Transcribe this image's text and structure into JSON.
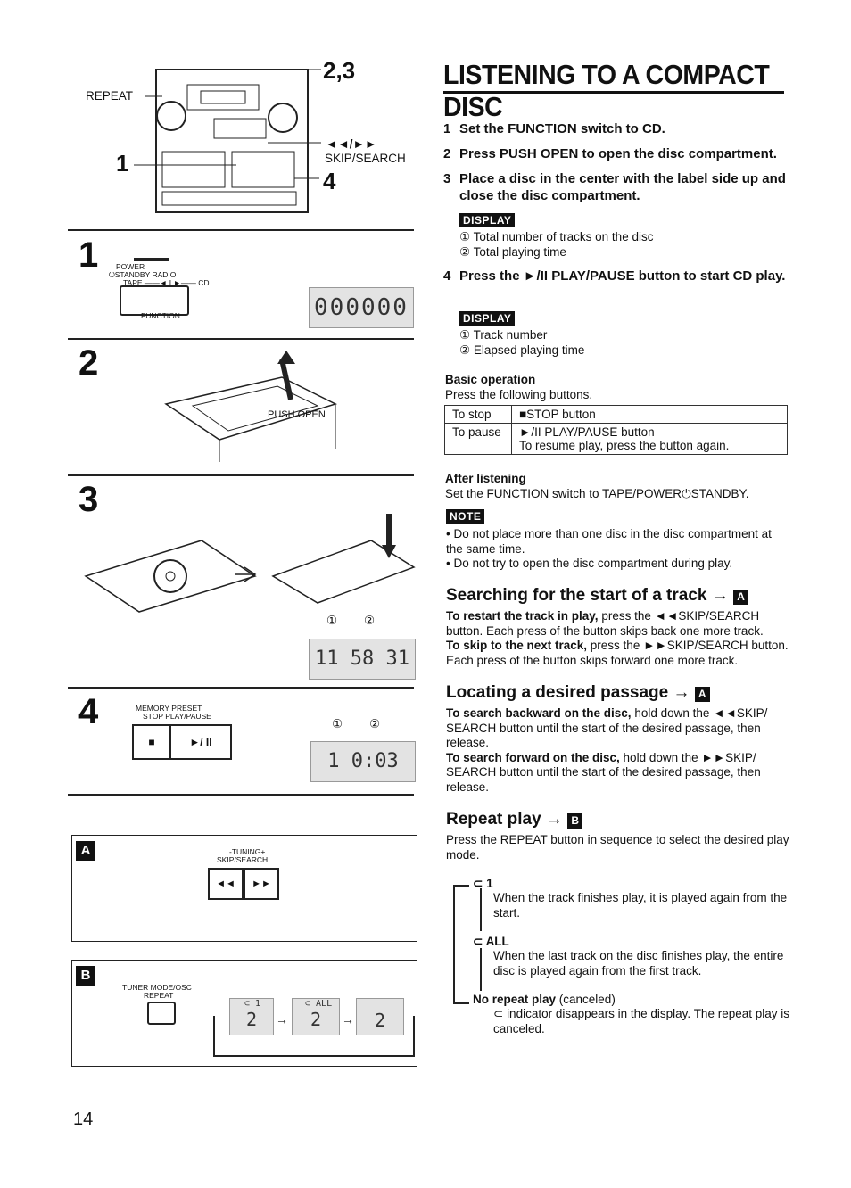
{
  "title": "LISTENING TO A COMPACT DISC",
  "steps": [
    {
      "num": "1",
      "text": "Set the FUNCTION switch to CD."
    },
    {
      "num": "2",
      "text": "Press PUSH OPEN to open the disc compartment."
    },
    {
      "num": "3",
      "text": "Place a disc in the center with the label side up and close the disc compartment."
    },
    {
      "num": "4",
      "text": "Press the ►/II PLAY/PAUSE button to start CD play."
    }
  ],
  "display_badge": "DISPLAY",
  "display1": [
    "① Total number of tracks on the disc",
    "② Total playing time"
  ],
  "display2": [
    "① Track number",
    "② Elapsed playing time"
  ],
  "basic_op": {
    "heading": "Basic operation",
    "intro": "Press the following buttons.",
    "rows": [
      {
        "action": "To stop",
        "button": "■STOP button",
        "note": ""
      },
      {
        "action": "To pause",
        "button": "►/II PLAY/PAUSE button",
        "note": "To resume play, press the button again."
      }
    ]
  },
  "after": {
    "heading": "After listening",
    "text": "Set the FUNCTION switch to TAPE/POWER⏻STANDBY."
  },
  "note_badge": "NOTE",
  "notes": [
    "• Do not place more than one disc in the disc compartment at the same time.",
    "• Do not try to open the disc compartment during play."
  ],
  "search": {
    "heading": "Searching for the start of a track →",
    "box": "A",
    "b1": "To restart the track in play,",
    "t1": " press the ◄◄SKIP/SEARCH button. Each press of the button skips back one more track.",
    "b2": "To skip to the next track,",
    "t2": " press the ►►SKIP/SEARCH button. Each press of the button skips forward one more track."
  },
  "locate": {
    "heading": "Locating a desired passage →",
    "box": "A",
    "b1": "To search backward on the disc,",
    "t1": " hold down the ◄◄SKIP/ SEARCH button until the start of the desired passage, then release.",
    "b2": "To search forward on the disc,",
    "t2": " hold down the ►►SKIP/ SEARCH button until the start of the desired passage, then release."
  },
  "repeat": {
    "heading": "Repeat play →",
    "box": "B",
    "intro": "Press the REPEAT button in sequence to select the desired play mode.",
    "m1": "1",
    "d1": "When the track finishes play, it is played again from the start.",
    "m2": "ALL",
    "d2": "When the last track on the disc finishes play, the entire disc is played again from the first track.",
    "m3b": "No repeat play",
    "m3": " (canceled)",
    "d3": "indicator disappears in the display. The repeat play is canceled."
  },
  "figs": {
    "top": {
      "repeat": "REPEAT",
      "n23": "2,3",
      "n1": "1",
      "n4": "4",
      "skip": "◄◄/►►",
      "skip2": "SKIP/SEARCH"
    },
    "s1": {
      "num": "1",
      "power": "POWER",
      "standby": "⏻STANDBY  RADIO",
      "tape": "TAPE ——◄ I ►—— CD",
      "function": "FUNCTION",
      "lcd": "000000"
    },
    "s2": {
      "num": "2",
      "push": "PUSH OPEN"
    },
    "s3": {
      "num": "3",
      "c1": "①",
      "c2": "②",
      "lcd": "11 58 31"
    },
    "s4": {
      "num": "4",
      "memory": "MEMORY   PRESET",
      "stop": "STOP   PLAY/PAUSE",
      "stopglyph": "■",
      "playglyph": "►/ II",
      "c1": "①",
      "c2": "②",
      "lcd": "1  0:03"
    },
    "A": {
      "label": "A",
      "tuning": "-TUNING+",
      "skip": "SKIP/SEARCH",
      "prev": "◄◄",
      "next": "►►"
    },
    "B": {
      "label": "B",
      "tuner": "TUNER MODE/OSC",
      "repeat": "REPEAT",
      "l1": "⊂ 1",
      "l2": "⊂ ALL",
      "d": "2"
    }
  },
  "page_number": "14"
}
